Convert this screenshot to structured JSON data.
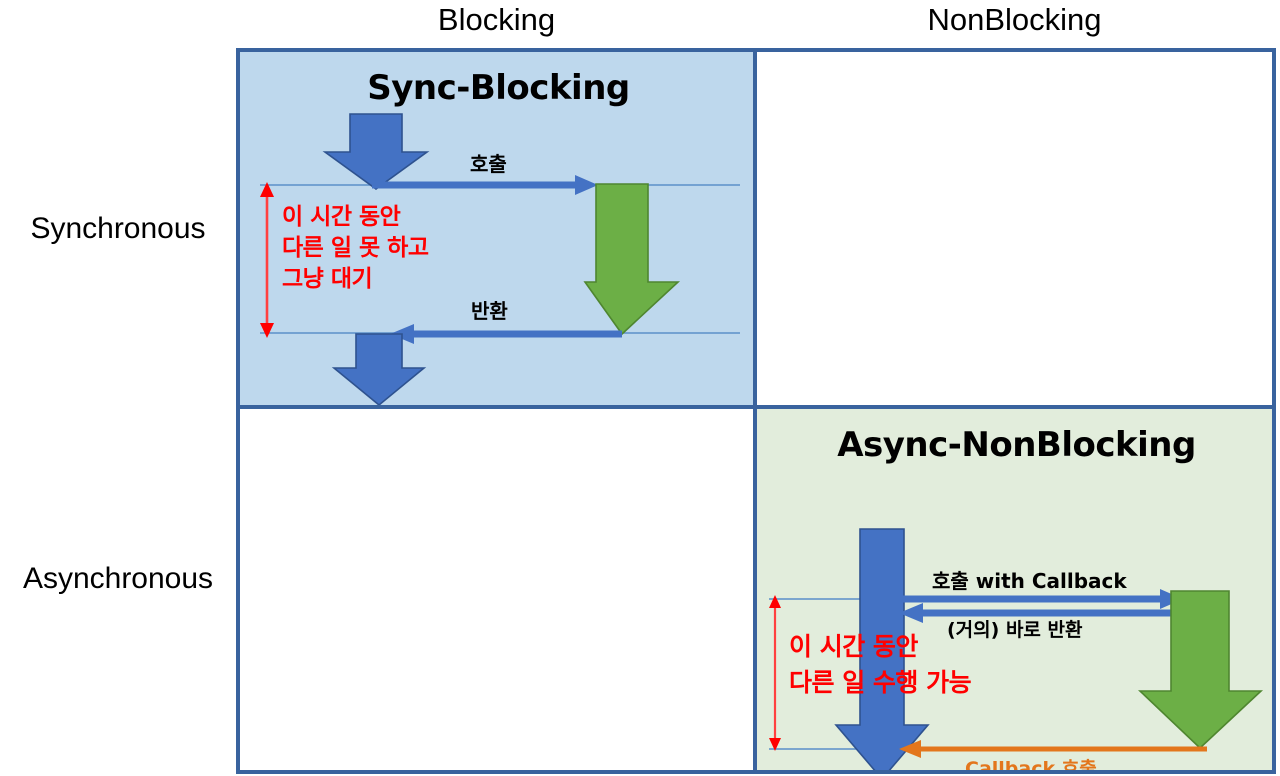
{
  "diagram": {
    "title_columns": [
      "Blocking",
      "NonBlocking"
    ],
    "title_rows": [
      "Synchronous",
      "Asynchronous"
    ],
    "colors": {
      "grid_border": "#39639E",
      "sync_blocking_fill": "#BED8ED",
      "async_nonblocking_fill": "#E2EDDC",
      "empty_fill": "#FFFFFF",
      "blue_arrow": "#4472C4",
      "green_arrow": "#6CAF46",
      "red_note": "#FF0000",
      "orange_arrow": "#E3761C",
      "guide_line": "#5B8FC9"
    }
  },
  "axis": {
    "column_blocking": "Blocking",
    "column_nonblocking": "NonBlocking",
    "row_synchronous": "Synchronous",
    "row_asynchronous": "Asynchronous"
  },
  "quadrants": {
    "sync_blocking": {
      "title": "Sync-Blocking",
      "call_label": "호출",
      "return_label": "반환",
      "note": "이 시간 동안\n다른 일 못 하고\n그냥 대기"
    },
    "sync_nonblocking": {
      "title": ""
    },
    "async_blocking": {
      "title": ""
    },
    "async_nonblocking": {
      "title": "Async-NonBlocking",
      "call_label": "호출 with Callback",
      "return_label": "(거의) 바로 반환",
      "callback_label": "Callback 호출",
      "note": "이 시간 동안\n다른 일 수행 가능"
    }
  }
}
